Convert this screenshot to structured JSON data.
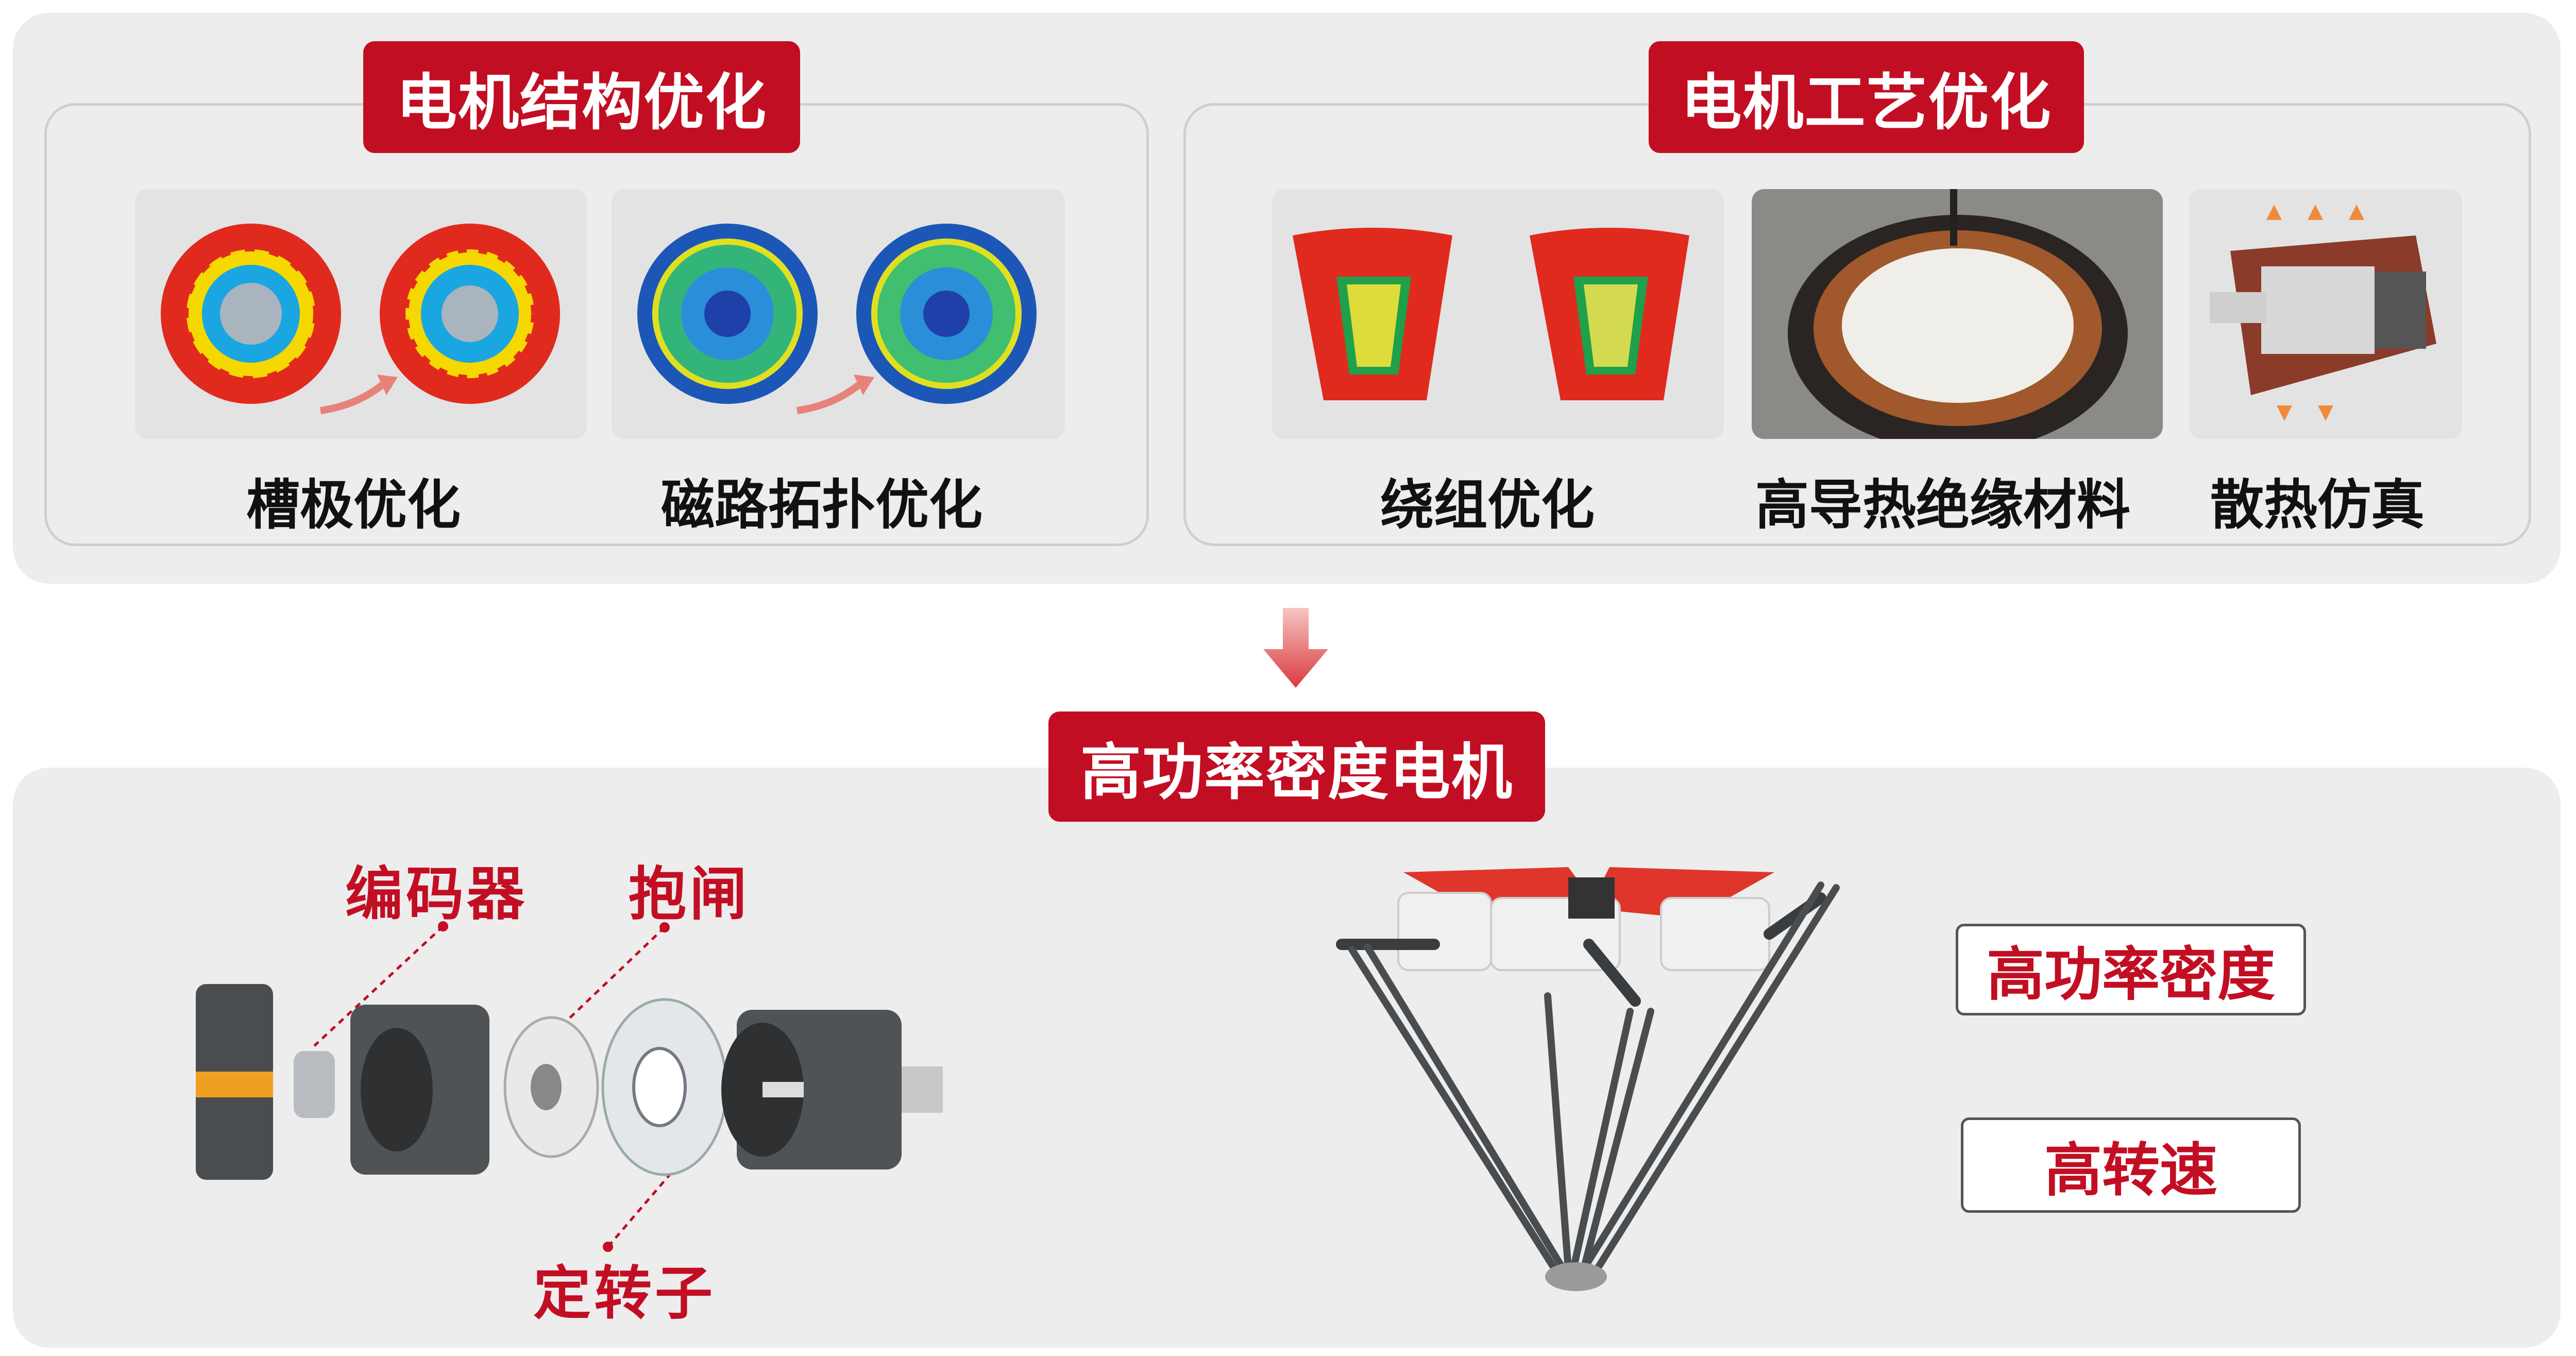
{
  "top": {
    "structure": {
      "title": "电机结构优化",
      "items": [
        {
          "label": "槽极优化"
        },
        {
          "label": "磁路拓扑优化"
        }
      ]
    },
    "process": {
      "title": "电机工艺优化",
      "items": [
        {
          "label": "绕组优化"
        },
        {
          "label": "高导热绝缘材料"
        },
        {
          "label": "散热仿真"
        }
      ]
    }
  },
  "bottom": {
    "title": "高功率密度电机",
    "parts": {
      "encoder": "编码器",
      "brake": "抱闸",
      "stator_rotor": "定转子"
    },
    "features": [
      "高功率密度",
      "高转速"
    ]
  },
  "colors": {
    "accent": "#c20e23",
    "panel": "#ededed",
    "border": "#cfcfcf"
  }
}
